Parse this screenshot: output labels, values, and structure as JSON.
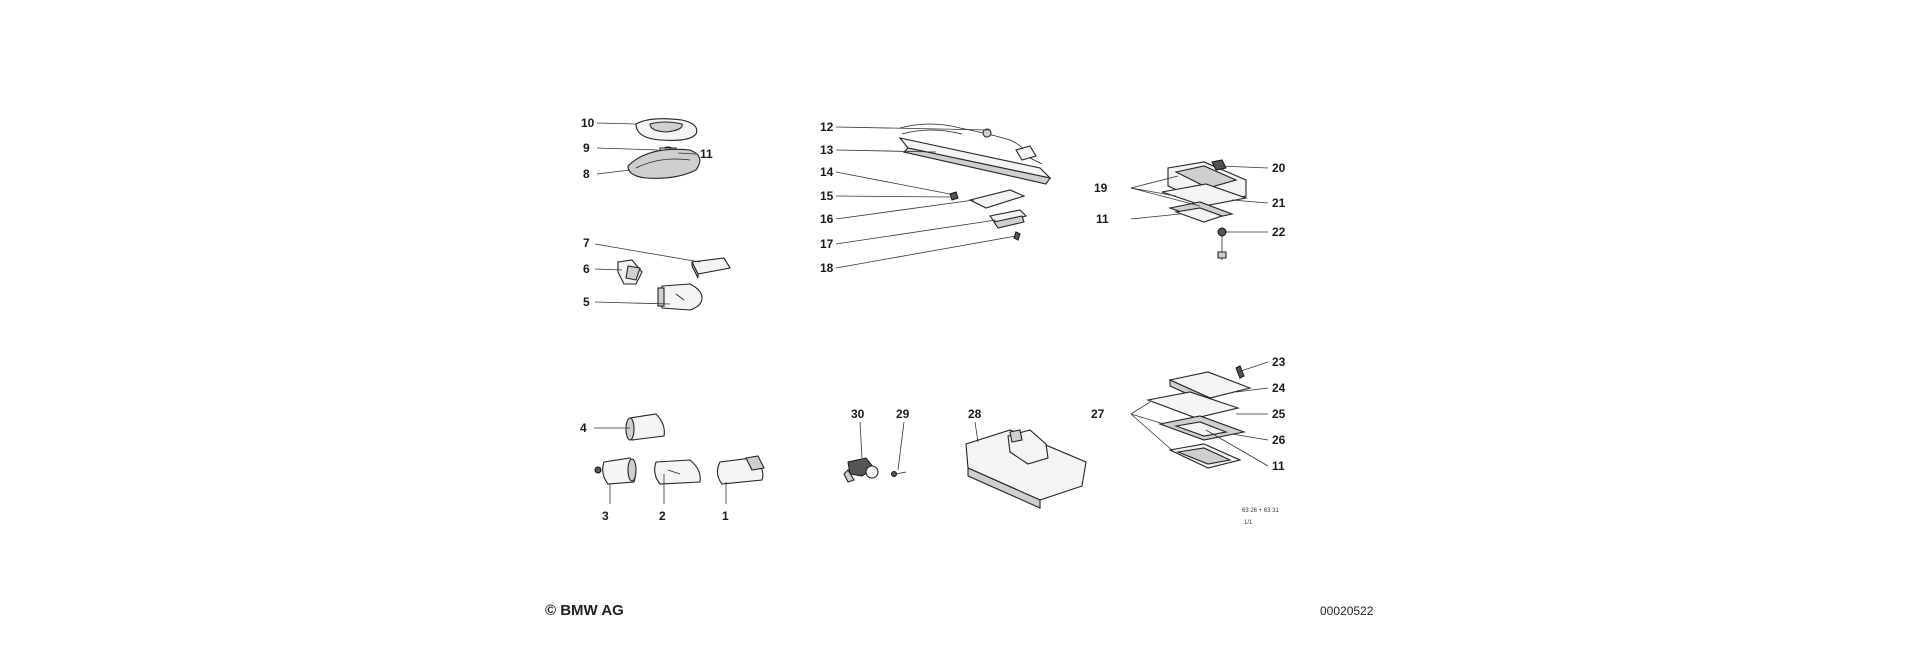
{
  "footer": {
    "copyright": "© BMW AG",
    "doc_number": "00020522"
  },
  "diagram": {
    "small_ref": "63 26 + 63 31",
    "small_ref_sub": "1/1",
    "callouts": [
      "1",
      "2",
      "3",
      "4",
      "5",
      "6",
      "7",
      "8",
      "9",
      "10",
      "11",
      "12",
      "13",
      "14",
      "15",
      "16",
      "17",
      "18",
      "19",
      "20",
      "21",
      "22",
      "23",
      "24",
      "25",
      "26",
      "27",
      "28",
      "29",
      "30"
    ]
  }
}
